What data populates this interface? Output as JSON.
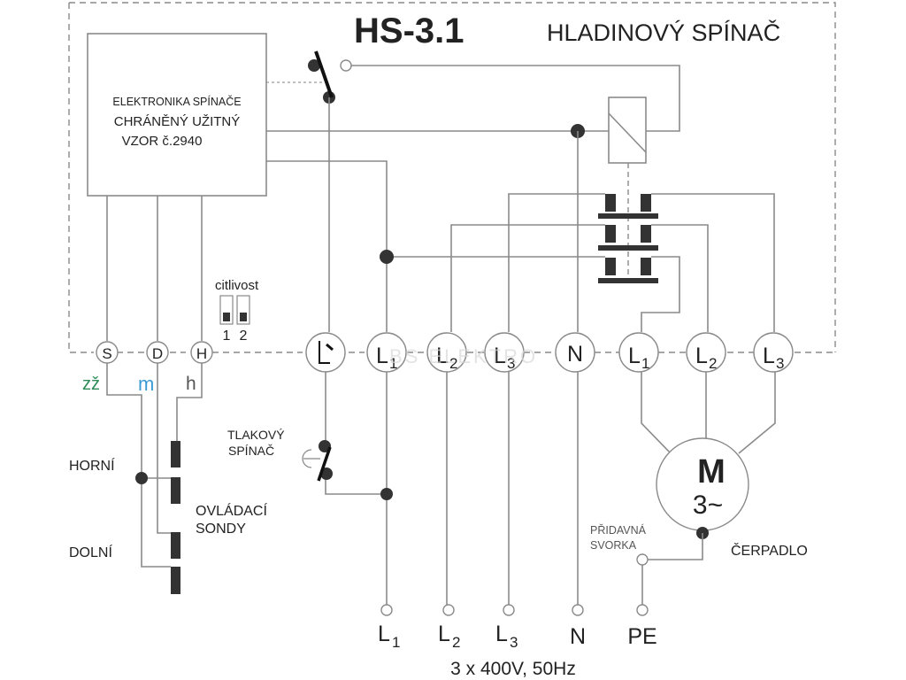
{
  "title": "HS-3.1",
  "subtitle": "HLADINOVÝ  SPÍNAČ",
  "electronics_box": {
    "line1": "ELEKTRONIKA SPÍNAČE",
    "line2": "CHRÁNĚNÝ UŽITNÝ",
    "line3": "VZOR  č.2940"
  },
  "sensitivity": {
    "label": "citlivost",
    "switches": [
      "1",
      "2"
    ]
  },
  "terminals_left": [
    {
      "label": "S"
    },
    {
      "label": "D"
    },
    {
      "label": "H"
    }
  ],
  "probe_wire_labels": [
    {
      "label": "zž",
      "color": "#2e8b57"
    },
    {
      "label": "m",
      "color": "#3a9bd5"
    },
    {
      "label": "h",
      "color": "#555555"
    }
  ],
  "terminals_main": [
    {
      "main": "L",
      "sub": "",
      "kind": "switch"
    },
    {
      "main": "L",
      "sub": "1"
    },
    {
      "main": "L",
      "sub": "2"
    },
    {
      "main": "L",
      "sub": "3"
    },
    {
      "main": "N",
      "sub": ""
    },
    {
      "main": "L",
      "sub": "1"
    },
    {
      "main": "L",
      "sub": "2"
    },
    {
      "main": "L",
      "sub": "3"
    }
  ],
  "watermark": "BS ELEKTRO",
  "pressure_switch": {
    "line1": "TLAKOVÝ",
    "line2": "SPÍNAČ"
  },
  "probes": {
    "upper_label": "HORNÍ",
    "lower_label": "DOLNÍ",
    "caption_line1": "OVLÁDACÍ",
    "caption_line2": "SONDY"
  },
  "motor": {
    "symbol": "M",
    "type": "3~",
    "label": "ČERPADLO"
  },
  "extra_terminal": {
    "line1": "PŘIDAVNÁ",
    "line2": "SVORKA"
  },
  "supply_terminals": [
    {
      "main": "L",
      "sub": "1"
    },
    {
      "main": "L",
      "sub": "2"
    },
    {
      "main": "L",
      "sub": "3"
    },
    {
      "main": "N",
      "sub": ""
    },
    {
      "main": "PE",
      "sub": ""
    }
  ],
  "supply_spec": "3 x 400V, 50Hz"
}
